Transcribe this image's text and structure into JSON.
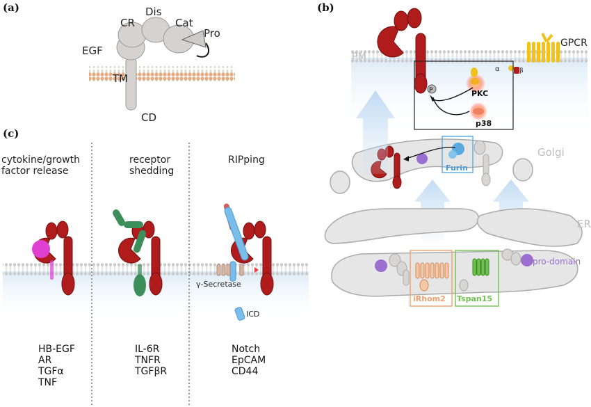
{
  "panels": {
    "a": {
      "label": "(a)",
      "domains": {
        "egf": "EGF",
        "cr": "CR",
        "dis": "Dis",
        "cat": "Cat",
        "pro": "Pro",
        "tm": "TM",
        "cd": "CD"
      }
    },
    "b": {
      "label": "(b)",
      "membranes": {
        "pm": "PM",
        "golgi": "Golgi",
        "er": "ER"
      },
      "gpcr": "GPCR",
      "alpha": "α",
      "beta": "β",
      "phospho": "P",
      "pkc": "PKC",
      "p38": "p38",
      "furin": "Furin",
      "irhom2": "iRhom2",
      "tspan15": "Tspan15",
      "pro_domain": "pro-domain"
    },
    "c": {
      "label": "(c)",
      "columns": [
        {
          "heading_line1": "cytokine/growth",
          "heading_line2": "factor release",
          "examples": [
            "HB-EGF",
            "AR",
            "TGFα",
            "TNF"
          ]
        },
        {
          "heading_line1": "receptor",
          "heading_line2": "shedding",
          "examples": [
            "IL-6R",
            "TNFR",
            "TGFβR"
          ]
        },
        {
          "heading_line1": "RIPping",
          "heading_line2": "",
          "examples": [
            "Notch",
            "EpCAM",
            "CD44"
          ]
        }
      ],
      "gamma_secretase": "γ-Secretase",
      "icd": "ICD"
    }
  },
  "colors": {
    "adam_red": "#b01c1c",
    "membrane": "#e9a87a",
    "grey_protein": "#d8d5d5",
    "furin_blue": "#5aa9e0",
    "irhom2_orange": "#f0a070",
    "tspan_green": "#6fc04f",
    "prodomain_purple": "#9b6fd0",
    "ligand_magenta": "#e040d0",
    "receptor_green": "#3c8f5a",
    "gpcr_yellow": "#f2c21a"
  }
}
